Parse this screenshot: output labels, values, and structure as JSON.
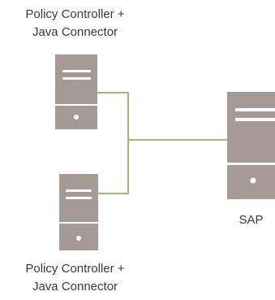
{
  "nodes": {
    "top_server": {
      "label_line1": "Policy Controller +",
      "label_line2": "Java Connector",
      "icon": "server-icon"
    },
    "bottom_server": {
      "label_line1": "Policy Controller +",
      "label_line2": "Java Connector",
      "icon": "server-icon"
    },
    "sap_server": {
      "label": "SAP",
      "icon": "server-icon"
    }
  },
  "colors": {
    "server_body": "#a59a95",
    "server_slot": "#ffffff",
    "connector_line": "#9bbb74",
    "text": "#3a3a3a"
  }
}
